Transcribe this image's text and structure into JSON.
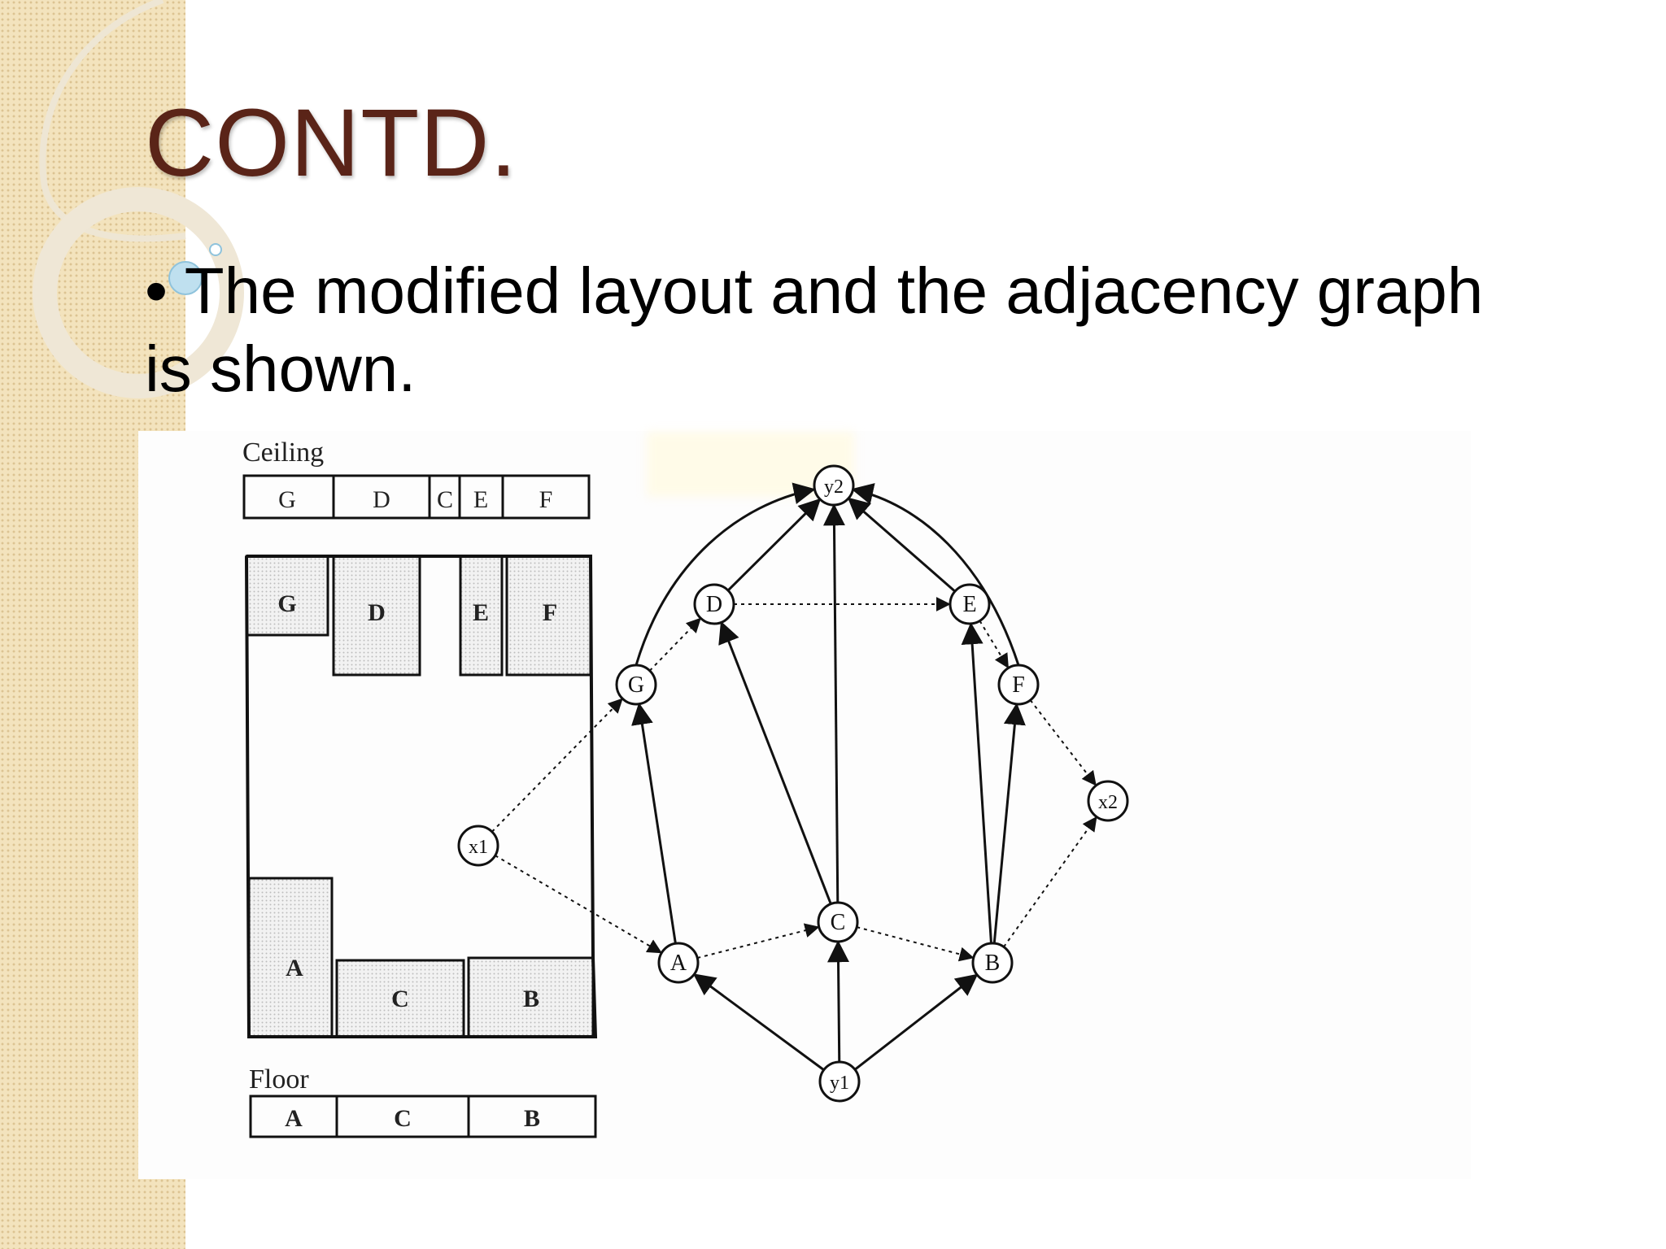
{
  "slide": {
    "title": "CONTD.",
    "bullet_char": "•",
    "bullet_text": "The modified layout and the adjacency graph is shown."
  },
  "layout_figure": {
    "ceiling_label": "Ceiling",
    "floor_label": "Floor",
    "ceiling_strip": [
      "G",
      "D",
      "C",
      "E",
      "F"
    ],
    "floor_strip": [
      "A",
      "C",
      "B"
    ],
    "room_labels": [
      "G",
      "D",
      "E",
      "F",
      "A",
      "C",
      "B"
    ]
  },
  "graph": {
    "nodes": [
      "y2",
      "D",
      "E",
      "G",
      "F",
      "x1",
      "x2",
      "C",
      "A",
      "B",
      "y1"
    ],
    "solid_edges": [
      [
        "y1",
        "A"
      ],
      [
        "y1",
        "C"
      ],
      [
        "y1",
        "B"
      ],
      [
        "A",
        "G"
      ],
      [
        "C",
        "D"
      ],
      [
        "C",
        "y2"
      ],
      [
        "B",
        "E"
      ],
      [
        "B",
        "F"
      ],
      [
        "G",
        "y2"
      ],
      [
        "D",
        "y2"
      ],
      [
        "E",
        "y2"
      ],
      [
        "F",
        "y2"
      ]
    ],
    "dashed_edges": [
      [
        "x1",
        "G"
      ],
      [
        "G",
        "D"
      ],
      [
        "D",
        "E"
      ],
      [
        "E",
        "F"
      ],
      [
        "F",
        "x2"
      ],
      [
        "x1",
        "A"
      ],
      [
        "A",
        "C"
      ],
      [
        "C",
        "B"
      ],
      [
        "B",
        "x2"
      ]
    ]
  },
  "colors": {
    "title": "#5a2418",
    "side_strip": "#f3e3bd",
    "room_fill": "#e6e6e6"
  }
}
